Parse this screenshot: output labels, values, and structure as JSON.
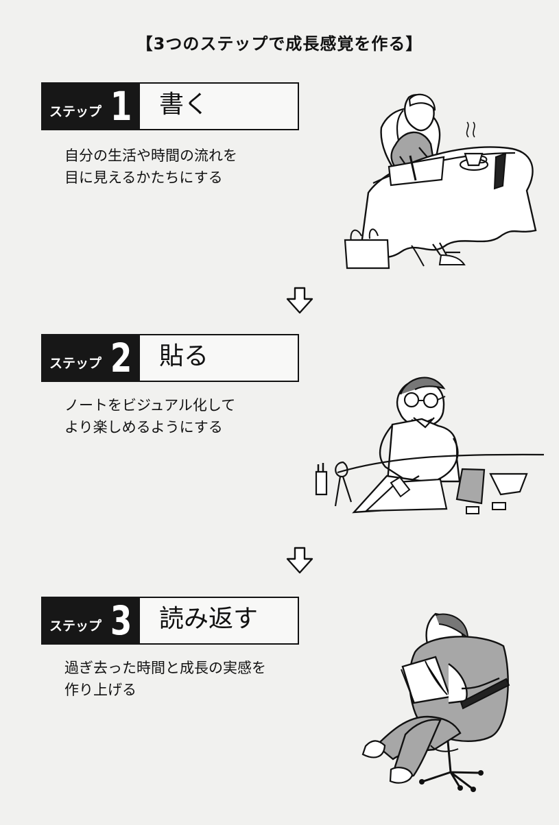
{
  "header": {
    "title": "【3つのステップで成長感覚を作る】"
  },
  "steps": [
    {
      "label": "ステップ",
      "number": "1",
      "title": "書く",
      "description": "自分の生活や時間の流れを\n目に見えるかたちにする"
    },
    {
      "label": "ステップ",
      "number": "2",
      "title": "貼る",
      "description": "ノートをビジュアル化して\nより楽しめるようにする"
    },
    {
      "label": "ステップ",
      "number": "3",
      "title": "読み返す",
      "description": "過ぎ去った時間と成長の実感を\n作り上げる"
    }
  ],
  "colors": {
    "ink": "#111111",
    "gray": "#a8a8a8",
    "paper": "#f1f1ef"
  }
}
